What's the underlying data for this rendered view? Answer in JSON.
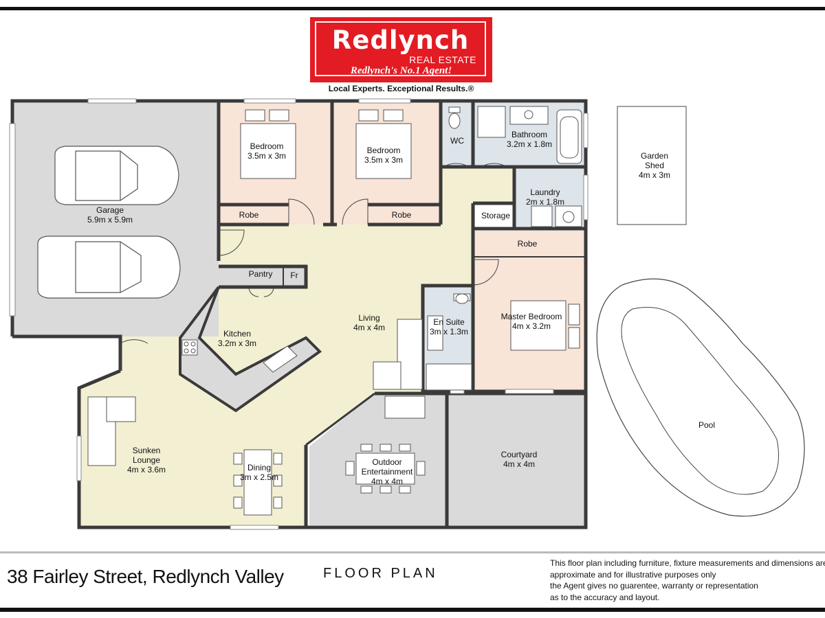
{
  "logo": {
    "name": "Redlynch",
    "sub": "REAL ESTATE",
    "tagline": "Redlynch's No.1 Agent!",
    "slogan": "Local Experts. Exceptional Results.®"
  },
  "footer": {
    "address": "38 Fairley Street, Redlynch Valley",
    "title": "FLOOR PLAN",
    "disclaimer": [
      "This floor plan including furniture, fixture measurements and dimensions are",
      "approximate and for illustrative purposes only",
      "the Agent gives no guarentee, warranty or representation",
      "as to the accuracy and layout."
    ]
  },
  "rooms": {
    "garage": {
      "name": "Garage",
      "size": "5.9m x 5.9m"
    },
    "bed1": {
      "name": "Bedroom",
      "size": "3.5m x 3m"
    },
    "bed2": {
      "name": "Bedroom",
      "size": "3.5m x 3m"
    },
    "robe1": {
      "name": "Robe"
    },
    "robe2": {
      "name": "Robe"
    },
    "wc": {
      "name": "WC"
    },
    "bathroom": {
      "name": "Bathroom",
      "size": "3.2m x 1.8m"
    },
    "laundry": {
      "name": "Laundry",
      "size": "2m x 1.8m"
    },
    "storage": {
      "name": "Storage"
    },
    "robe3": {
      "name": "Robe"
    },
    "shed": {
      "name": "Garden",
      "name2": "Shed",
      "size": "4m x 3m"
    },
    "pantry": {
      "name": "Pantry"
    },
    "fridge": {
      "name": "Fr"
    },
    "kitchen": {
      "name": "Kitchen",
      "size": "3.2m x 3m"
    },
    "living": {
      "name": "Living",
      "size": "4m x 4m"
    },
    "ensuite": {
      "name": "En Suite",
      "size": "3m x 1.3m"
    },
    "master": {
      "name": "Master Bedroom",
      "size": "4m x 3.2m"
    },
    "pool": {
      "name": "Pool"
    },
    "lounge": {
      "name": "Sunken",
      "name2": "Lounge",
      "size": "4m x 3.6m"
    },
    "dining": {
      "name": "Dining",
      "size": "3m x 2.5m"
    },
    "outdoor": {
      "name": "Outdoor",
      "name2": "Entertainment",
      "size": "4m x 4m"
    },
    "courtyard": {
      "name": "Courtyard",
      "size": "4m x 4m"
    }
  },
  "colors": {
    "brand_red": "#e31b23",
    "bedroom": "#f9e4d8",
    "living": "#f3efd2",
    "wet": "#dde4ea",
    "garage": "#dadada",
    "outdoor": "#dadada",
    "wall": "#3a3a3a"
  }
}
